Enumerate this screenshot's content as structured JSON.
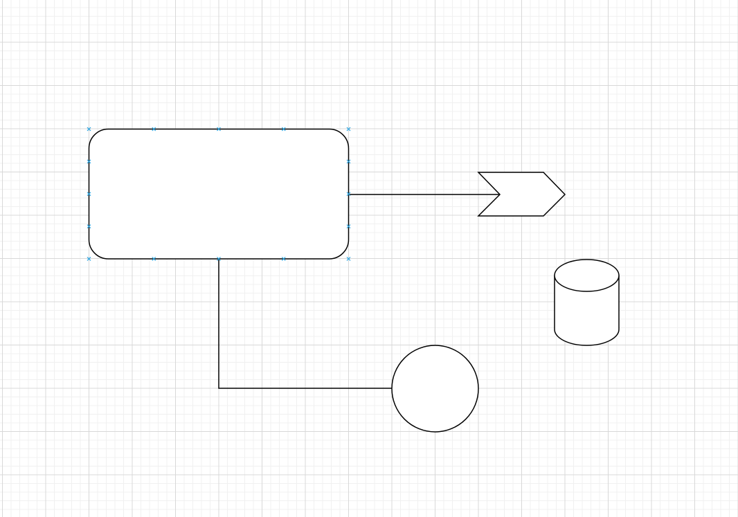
{
  "canvas": {
    "grid": true
  },
  "diagram": {
    "shapes": [
      {
        "name": "rounded-rectangle",
        "label": ""
      },
      {
        "name": "chevron-step",
        "label": ""
      },
      {
        "name": "cylinder",
        "label": ""
      },
      {
        "name": "circle",
        "label": ""
      }
    ],
    "connectors": [
      {
        "name": "rectangle-to-chevron",
        "from": "rounded-rectangle",
        "to": "chevron-step"
      },
      {
        "name": "rectangle-to-circle",
        "from": "rounded-rectangle",
        "to": "circle"
      }
    ],
    "selected_shape": "rounded-rectangle",
    "connection_point_color": "#29a3e0"
  }
}
